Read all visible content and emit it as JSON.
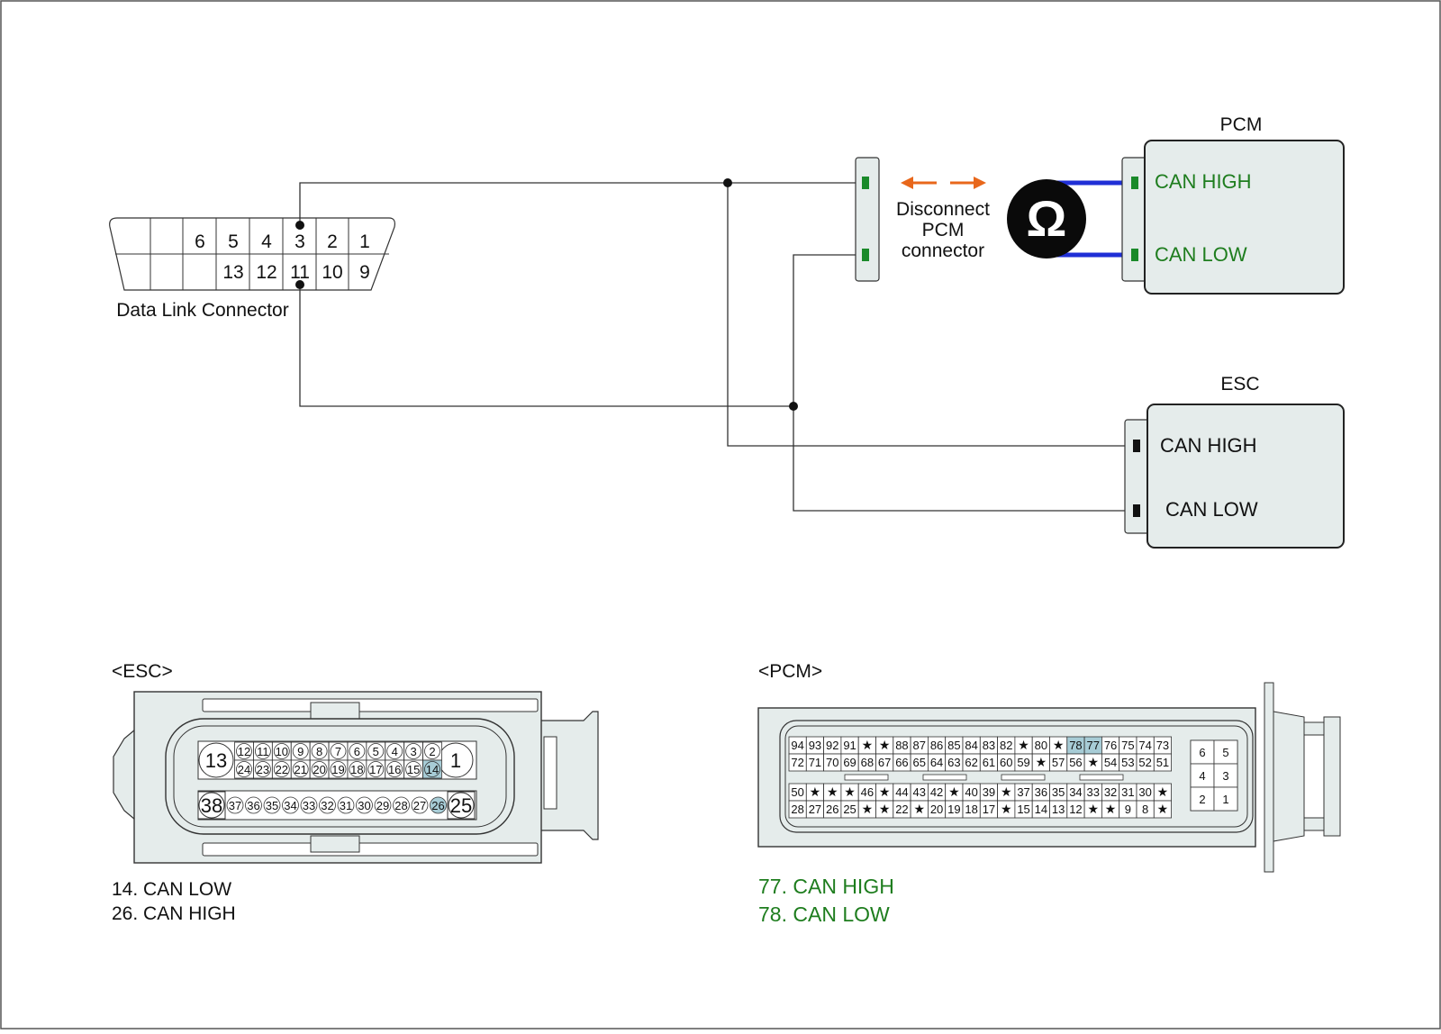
{
  "dlc": {
    "label": "Data Link Connector",
    "top_pins": [
      "6",
      "5",
      "4",
      "3",
      "2",
      "1"
    ],
    "bottom_pins": [
      "13",
      "12",
      "11",
      "10",
      "9"
    ]
  },
  "disconnect_note": [
    "Disconnect",
    "PCM",
    "connector"
  ],
  "ohm_symbol": "Ω",
  "pcm": {
    "title": "PCM",
    "can_high": "CAN HIGH",
    "can_low": "CAN LOW"
  },
  "esc": {
    "title": "ESC",
    "can_high": "CAN HIGH",
    "can_low": "CAN LOW"
  },
  "esc_connector": {
    "title": "<ESC>",
    "big_pins": [
      "13",
      "1",
      "38",
      "25"
    ],
    "row1": [
      "12",
      "11",
      "10",
      "9",
      "8",
      "7",
      "6",
      "5",
      "4",
      "3",
      "2"
    ],
    "row2": [
      "24",
      "23",
      "22",
      "21",
      "20",
      "19",
      "18",
      "17",
      "16",
      "15",
      "14"
    ],
    "row3": [
      "37",
      "36",
      "35",
      "34",
      "33",
      "32",
      "31",
      "30",
      "29",
      "28",
      "27",
      "26"
    ],
    "highlighted": [
      "14",
      "26"
    ],
    "notes": [
      "14. CAN LOW",
      "26. CAN HIGH"
    ]
  },
  "pcm_connector": {
    "title": "<PCM>",
    "row1": [
      "94",
      "93",
      "92",
      "91",
      "★",
      "★",
      "88",
      "87",
      "86",
      "85",
      "84",
      "83",
      "82",
      "★",
      "80",
      "★",
      "78",
      "77",
      "76",
      "75",
      "74",
      "73"
    ],
    "row2": [
      "72",
      "71",
      "70",
      "69",
      "68",
      "67",
      "66",
      "65",
      "64",
      "63",
      "62",
      "61",
      "60",
      "59",
      "★",
      "57",
      "56",
      "★",
      "54",
      "53",
      "52",
      "51"
    ],
    "row3": [
      "50",
      "★",
      "★",
      "★",
      "46",
      "★",
      "44",
      "43",
      "42",
      "★",
      "40",
      "39",
      "★",
      "37",
      "36",
      "35",
      "34",
      "33",
      "32",
      "31",
      "30",
      "★"
    ],
    "row4": [
      "28",
      "27",
      "26",
      "25",
      "★",
      "★",
      "22",
      "★",
      "20",
      "19",
      "18",
      "17",
      "★",
      "15",
      "14",
      "13",
      "12",
      "★",
      "★",
      "9",
      "8",
      "★"
    ],
    "small_block": [
      "6",
      "5",
      "4",
      "3",
      "2",
      "1"
    ],
    "highlighted": [
      "78",
      "77"
    ],
    "notes": [
      "77. CAN HIGH",
      "78. CAN LOW"
    ]
  },
  "colors": {
    "wire": "#333333",
    "harness_blue": "#1f2fd6",
    "can_green": "#1e7d1e",
    "arrow_orange": "#e8671b",
    "box_fill": "#e5eceb",
    "pin_highlight": "#a7ccd6",
    "terminal_green": "#1a8a2a"
  }
}
